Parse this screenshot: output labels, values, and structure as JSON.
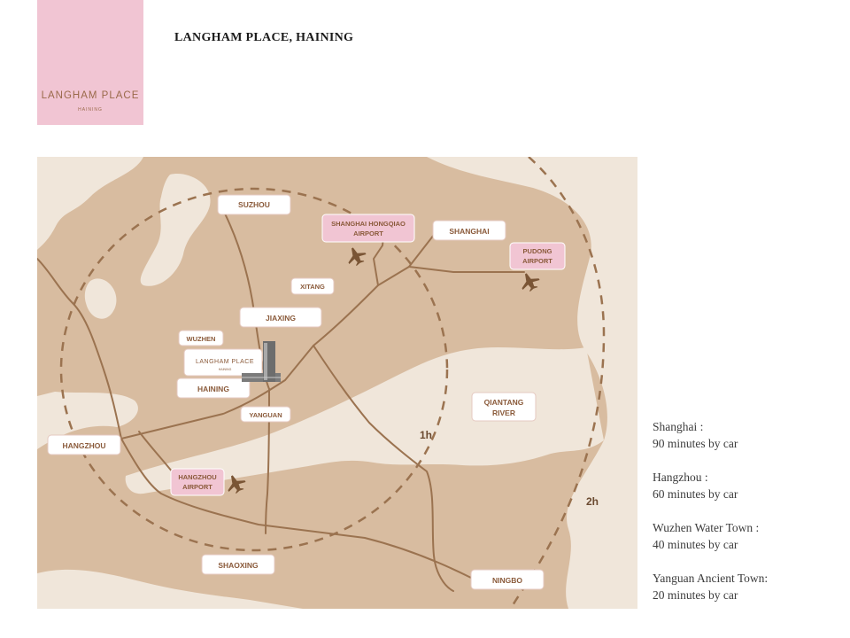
{
  "header": {
    "title": "LANGHAM PLACE, HAINING",
    "logo_name": "LANGHAM PLACE",
    "logo_sub": "HAINING"
  },
  "colors": {
    "logo_bg": "#f1c5d3",
    "land": "#d8bca0",
    "water": "#f0e6da",
    "road": "#9b7350",
    "ring": "#9b7350",
    "pink_label": "#f1c5d3"
  },
  "map": {
    "cities": {
      "suzhou": "SUZHOU",
      "shanghai": "SHANGHAI",
      "xitang": "XITANG",
      "jiaxing": "JIAXING",
      "wuzhen": "WUZHEN",
      "haining": "HAINING",
      "yanguan": "YANGUAN",
      "hangzhou": "HANGZHOU",
      "shaoxing": "SHAOXING",
      "ningbo": "NINGBO",
      "qiantang_1": "QIANTANG",
      "qiantang_2": "RIVER"
    },
    "airports": {
      "hongqiao_1": "SHANGHAI HONGQIAO",
      "hongqiao_2": "AIRPORT",
      "pudong_1": "PUDONG",
      "pudong_2": "AIRPORT",
      "hangzhou_1": "HANGZHOU",
      "hangzhou_2": "AIRPORT"
    },
    "hotel_label": "LANGHAM PLACE",
    "hotel_sub": "HAINING",
    "rings": {
      "inner": "1h",
      "outer": "2h"
    }
  },
  "travel": [
    {
      "place": "Shanghai :",
      "time": "90 minutes by car"
    },
    {
      "place": "Hangzhou :",
      "time": "60 minutes by car"
    },
    {
      "place": "Wuzhen Water Town :",
      "time": "40 minutes by car"
    },
    {
      "place": "Yanguan Ancient Town:",
      "time": "20 minutes by car"
    }
  ]
}
